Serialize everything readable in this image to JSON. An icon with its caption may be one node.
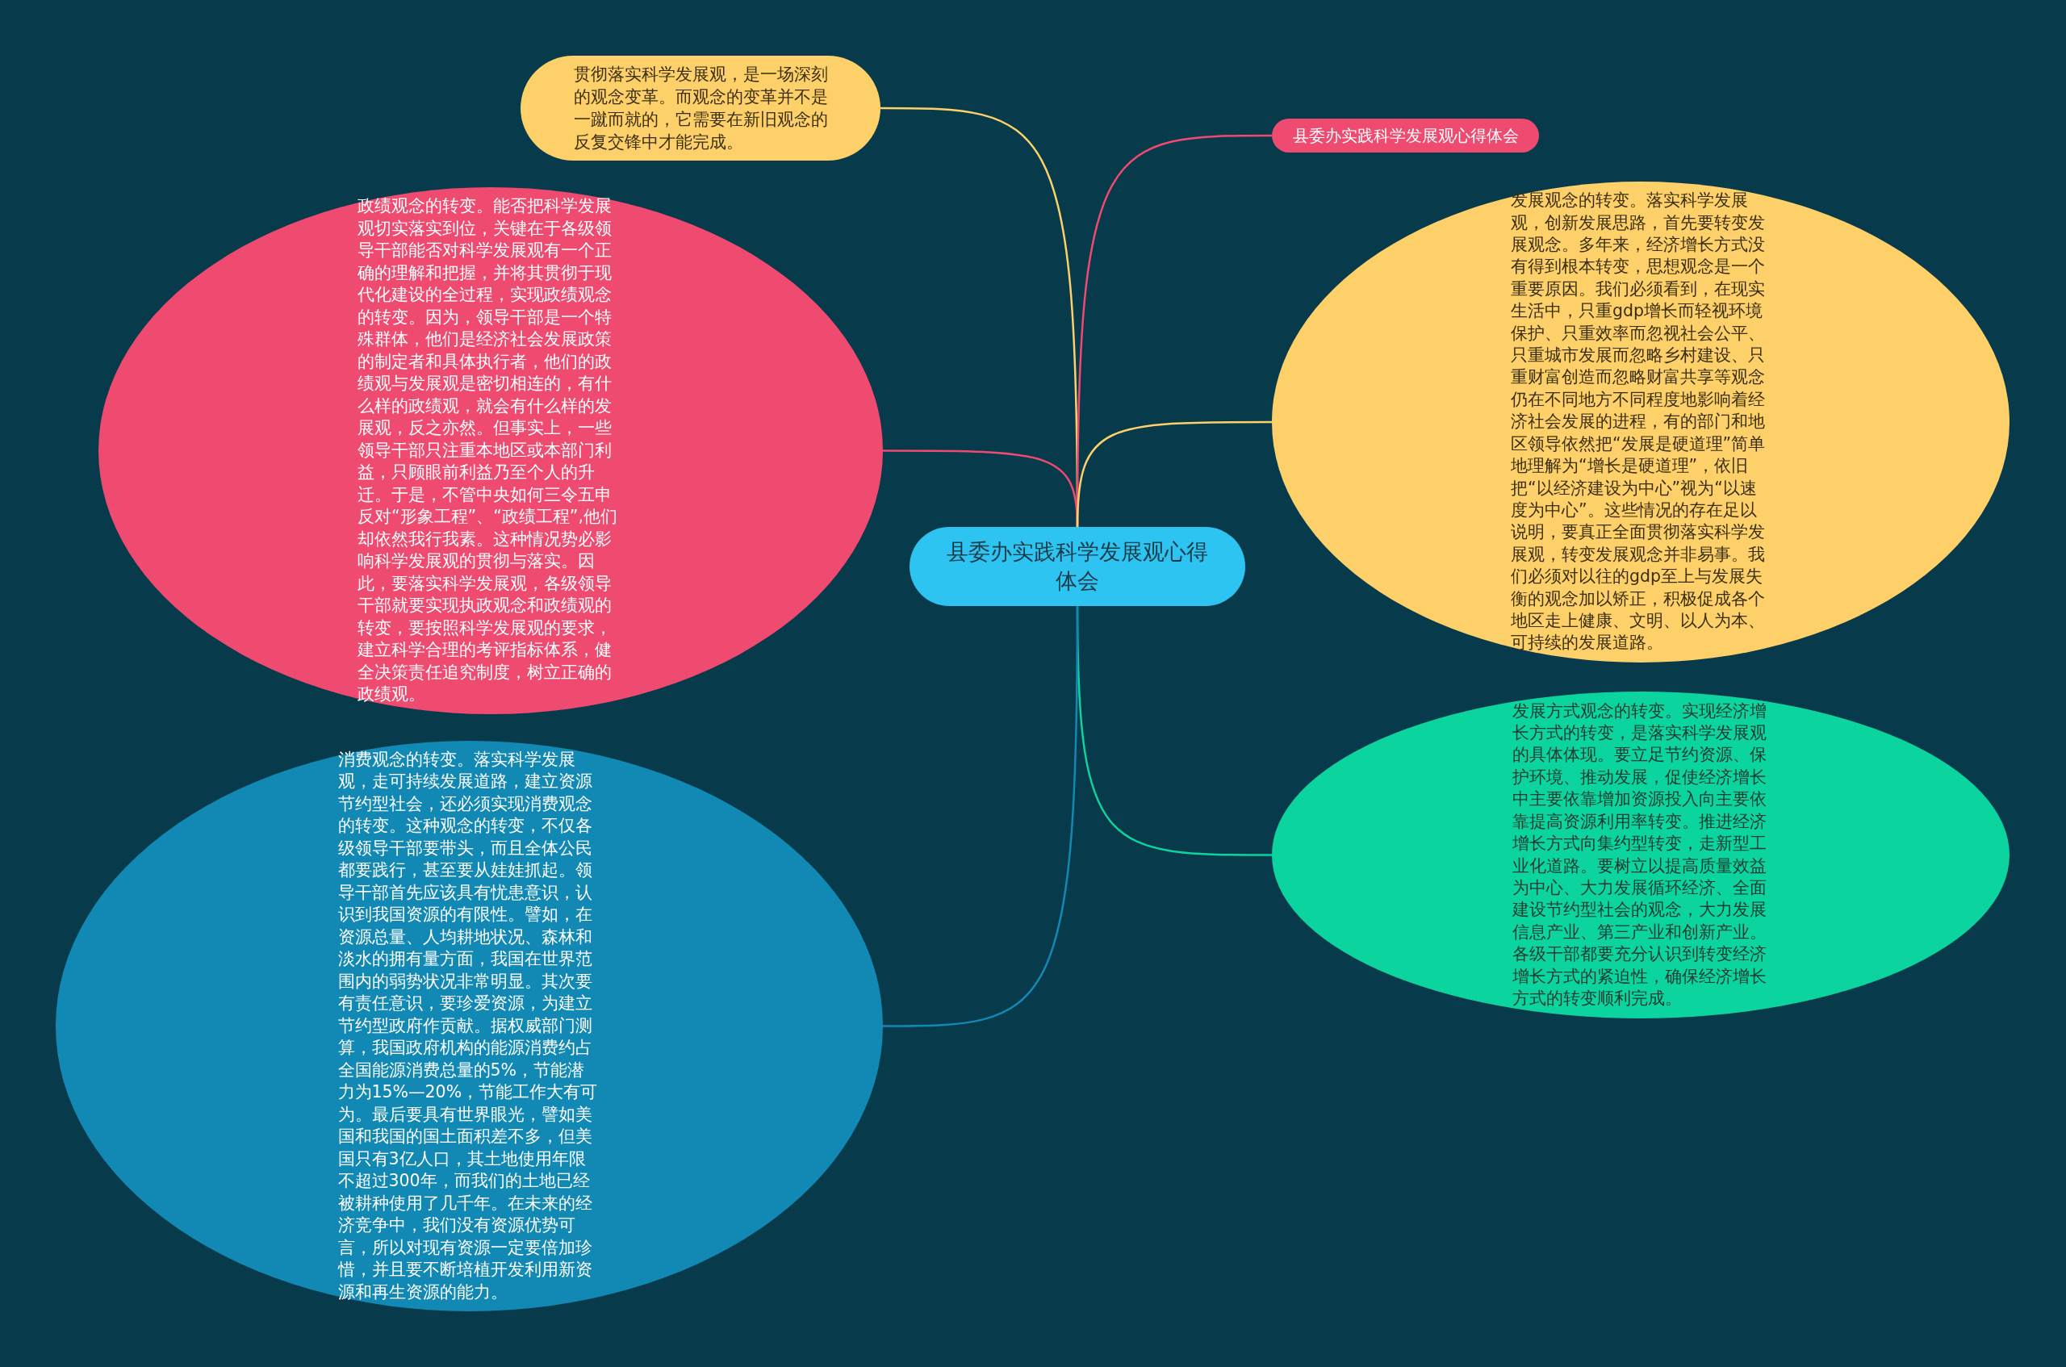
{
  "diagram": {
    "nodes": [
      {
        "text": [
          "县委办实践科学发展观心得体会"
        ]
      },
      {
        "text": [
          "贯彻落实科学发展观，是一场深刻的观念变革。而观念的变革并不是一蹴而就的，它需要在新旧观念的反复交锋中才能完成。"
        ]
      },
      {
        "text": [
          "县委办实践科学发展观心得体会"
        ]
      },
      {
        "text": [
          "政绩观念的转变。能否把科学发展观切实落实到位，关键在于各级领导干部能否对科学发展观有一个正确的理解和把握，并将其贯彻于现代化建设的全过程，实现政绩观念的转变。因为，领导干部是一个特殊群体，他们是经济社会发展政策的制定者和具体执行者，他们的政绩观与发展观是密切相连的，有什么样的政绩观，就会有什么样的发展观，反之亦然。但事实上，一些领导干部只注重本地区或本部门利益，只顾眼前利益乃至个人的升迁。于是，不管中央如何三令五申反对“形象工程”、“政绩工程”,他们却依然我行我素。这种情况势必影响科学发展观的贯彻与落实。因此，要落实科学发展观，各级领导干部就要实现执政观念和政绩观的转变，要按照科学发展观的要求，建立科学合理的考评指标体系，健全决策责任追究制度，树立正确的政绩观。"
        ]
      },
      {
        "text": [
          "发展观念的转变。落实科学发展观，创新发展思路，首先要转变发展观念。多年来，经济增长方式没有得到根本转变，思想观念是一个重要原因。我们必须看到，在现实生活中，只重gdp增长而轻视环境保护、只重效率而忽视社会公平、只重城市发展而忽略乡村建设、只重财富创造而忽略财富共享等观念仍在不同地方不同程度地影响着经济社会发展的进程，有的部门和地区领导依然把“发展是硬道理”简单地理解为“增长是硬道理”，依旧把“以经济建设为中心”视为“以速度为中心”。这些情况的存在足以说明，要真正全面贯彻落实科学发展观，转变发展观念并非易事。我们必须对以往的gdp至上与发展失衡的观念加以矫正，积极促成各个地区走上健康、文明、以人为本、可持续的发展道路。"
        ]
      },
      {
        "text": [
          "发展方式观念的转变。实现经济增长方式的转变，是落实科学发展观的具体体现。要立足节约资源、保护环境、推动发展，促使经济增长中主要依靠增加资源投入向主要依靠提高资源利用率转变。推进经济增长方式向集约型转变，走新型工业化道路。要树立以提高质量效益为中心、大力发展循环经济、全面建设节约型社会的观念，大力发展信息产业、第三产业和创新产业。各级干部都要充分认识到转变经济增长方式的紧迫性，确保经济增长方式的转变顺利完成。"
        ]
      },
      {
        "text": [
          "消费观念的转变。落实科学发展观，走可持续发展道路，建立资源节约型社会，还必须实现消费观念的转变。这种观念的转变，不仅各级领导干部要带头，而且全体公民都要践行，甚至要从娃娃抓起。领导干部首先应该具有忧患意识，认识到我国资源的有限性。譬如，在资源总量、人均耕地状况、森林和淡水的拥有量方面，我国在世界范围内的弱势状况非常明显。其次要有责任意识，要珍爱资源，为建立节约型政府作贡献。据权威部门测算，我国政府机构的能源消费约占全国能源消费总量的5%，节能潜力为15%—20%，节能工作大有可为。最后要具有世界眼光，譬如美国和我国的国土面积差不多，但美国只有3亿人口，其土地使用年限不超过300年，而我们的土地已经被耕种使用了几千年。在未来的经济竞争中，我们没有资源优势可言，所以对现有资源一定要倍加珍惜，并且要不断培植开发利用新资源和再生资源的能力。"
        ]
      }
    ],
    "edges": [
      {
        "from": 0,
        "to": 1,
        "arrow": "none",
        "color": "#fdd069"
      },
      {
        "from": 0,
        "to": 2,
        "arrow": "none",
        "color": "#ef4a6f"
      },
      {
        "from": 0,
        "to": 3,
        "arrow": "none",
        "color": "#ef4a6f"
      },
      {
        "from": 0,
        "to": 4,
        "arrow": "none",
        "color": "#fdd069"
      },
      {
        "from": 0,
        "to": 5,
        "arrow": "none",
        "color": "#0bd49f"
      },
      {
        "from": 0,
        "to": 6,
        "arrow": "none",
        "color": "#1289b4"
      }
    ]
  }
}
